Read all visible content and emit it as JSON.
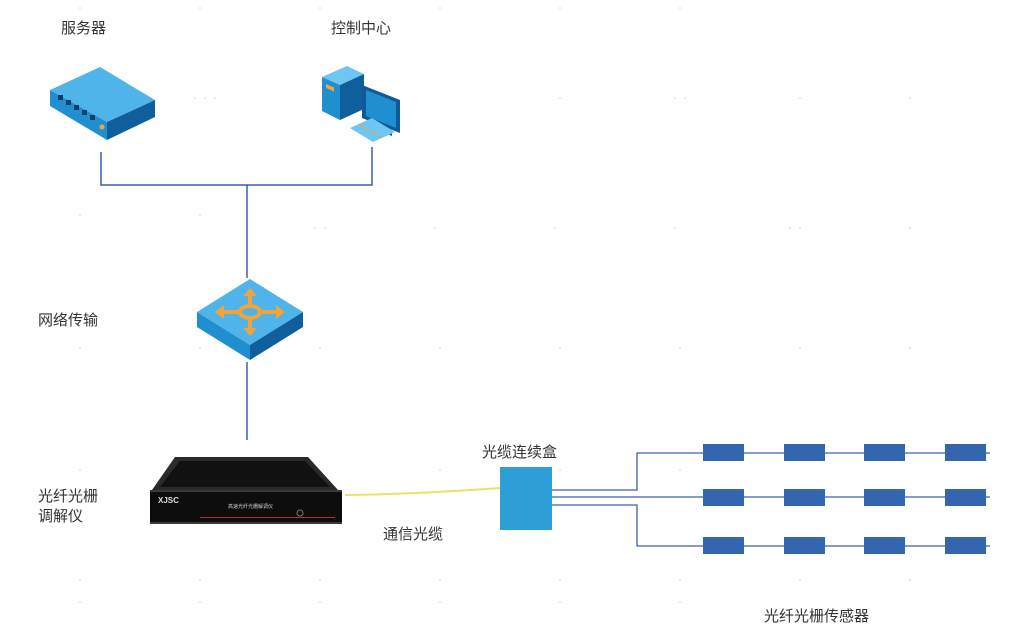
{
  "labels": {
    "server": "服务器",
    "control_center": "控制中心",
    "network_transmission": "网络传输",
    "demodulator_line1": "光纤光栅",
    "demodulator_line2": "调解仪",
    "cable_box": "光缆连续盒",
    "comm_cable": "通信光缆",
    "sensor_array": "光纤光栅传感器"
  },
  "device": {
    "brand": "XJSC",
    "panel_text": "高速光纤光栅解调仪"
  },
  "icons": {
    "server": "network-switch-icon",
    "control_center": "desktop-computer-icon",
    "network": "router-icon",
    "demodulator": "rack-device-icon",
    "cable_box": "junction-box-icon",
    "sensor": "sensor-block-icon"
  },
  "colors": {
    "device_blue": "#1f8fd0",
    "device_blue_dark": "#0f5f9c",
    "arrow_orange": "#f2a33a",
    "line_blue": "#3a5fb0",
    "fiber_yellow": "#e8e26a",
    "sensor_blue": "#3466b0",
    "box_blue": "#2e9fd6",
    "text": "#333333"
  }
}
